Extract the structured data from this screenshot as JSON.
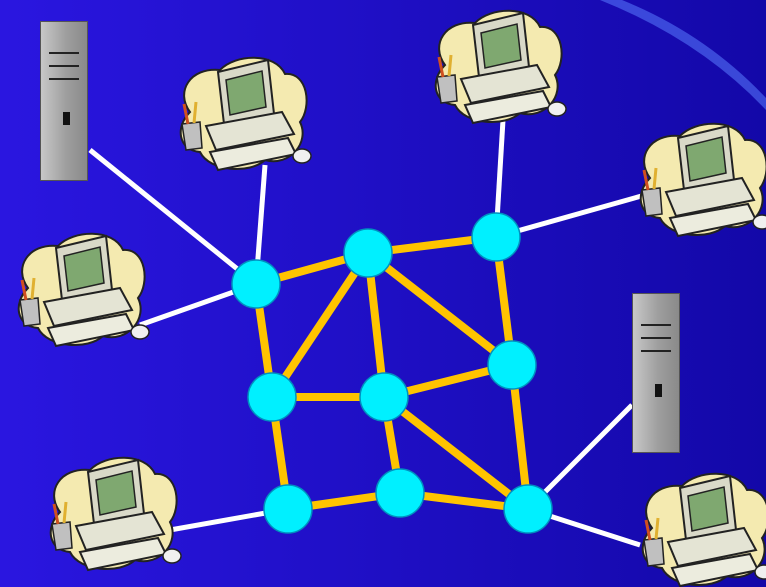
{
  "diagram": {
    "type": "network-topology",
    "colors": {
      "background": "#1a10c8",
      "router_node": "#00f0ff",
      "core_link": "#ffc400",
      "access_link": "#ffffff",
      "server": "#a0a0a0",
      "blob": "#f4eab0"
    },
    "routers": [
      "r1",
      "r2",
      "r3",
      "r4",
      "r5",
      "r6",
      "r7",
      "r8",
      "r9"
    ],
    "core_links": [
      [
        "r1",
        "r2"
      ],
      [
        "r2",
        "r3"
      ],
      [
        "r1",
        "r4"
      ],
      [
        "r2",
        "r4"
      ],
      [
        "r2",
        "r5"
      ],
      [
        "r2",
        "r6"
      ],
      [
        "r3",
        "r6"
      ],
      [
        "r4",
        "r5"
      ],
      [
        "r5",
        "r6"
      ],
      [
        "r4",
        "r7"
      ],
      [
        "r5",
        "r8"
      ],
      [
        "r5",
        "r9"
      ],
      [
        "r6",
        "r9"
      ],
      [
        "r7",
        "r8"
      ],
      [
        "r8",
        "r9"
      ]
    ],
    "hosts": [
      {
        "id": "server-1",
        "kind": "server",
        "icon": "server-icon"
      },
      {
        "id": "pc-1",
        "kind": "workstation",
        "icon": "computer-icon"
      },
      {
        "id": "pc-2",
        "kind": "workstation",
        "icon": "computer-icon"
      },
      {
        "id": "pc-3",
        "kind": "workstation",
        "icon": "computer-icon"
      },
      {
        "id": "pc-4",
        "kind": "workstation",
        "icon": "computer-icon"
      },
      {
        "id": "pc-5",
        "kind": "workstation",
        "icon": "computer-icon"
      },
      {
        "id": "server-2",
        "kind": "server",
        "icon": "server-icon"
      },
      {
        "id": "pc-6",
        "kind": "workstation",
        "icon": "computer-icon"
      }
    ],
    "access_links": [
      [
        "server-1",
        "r1"
      ],
      [
        "pc-1",
        "r1"
      ],
      [
        "pc-3",
        "r1"
      ],
      [
        "pc-2",
        "r3"
      ],
      [
        "pc-4",
        "r3"
      ],
      [
        "pc-5",
        "r7"
      ],
      [
        "server-2",
        "r9"
      ],
      [
        "pc-6",
        "r9"
      ]
    ]
  }
}
